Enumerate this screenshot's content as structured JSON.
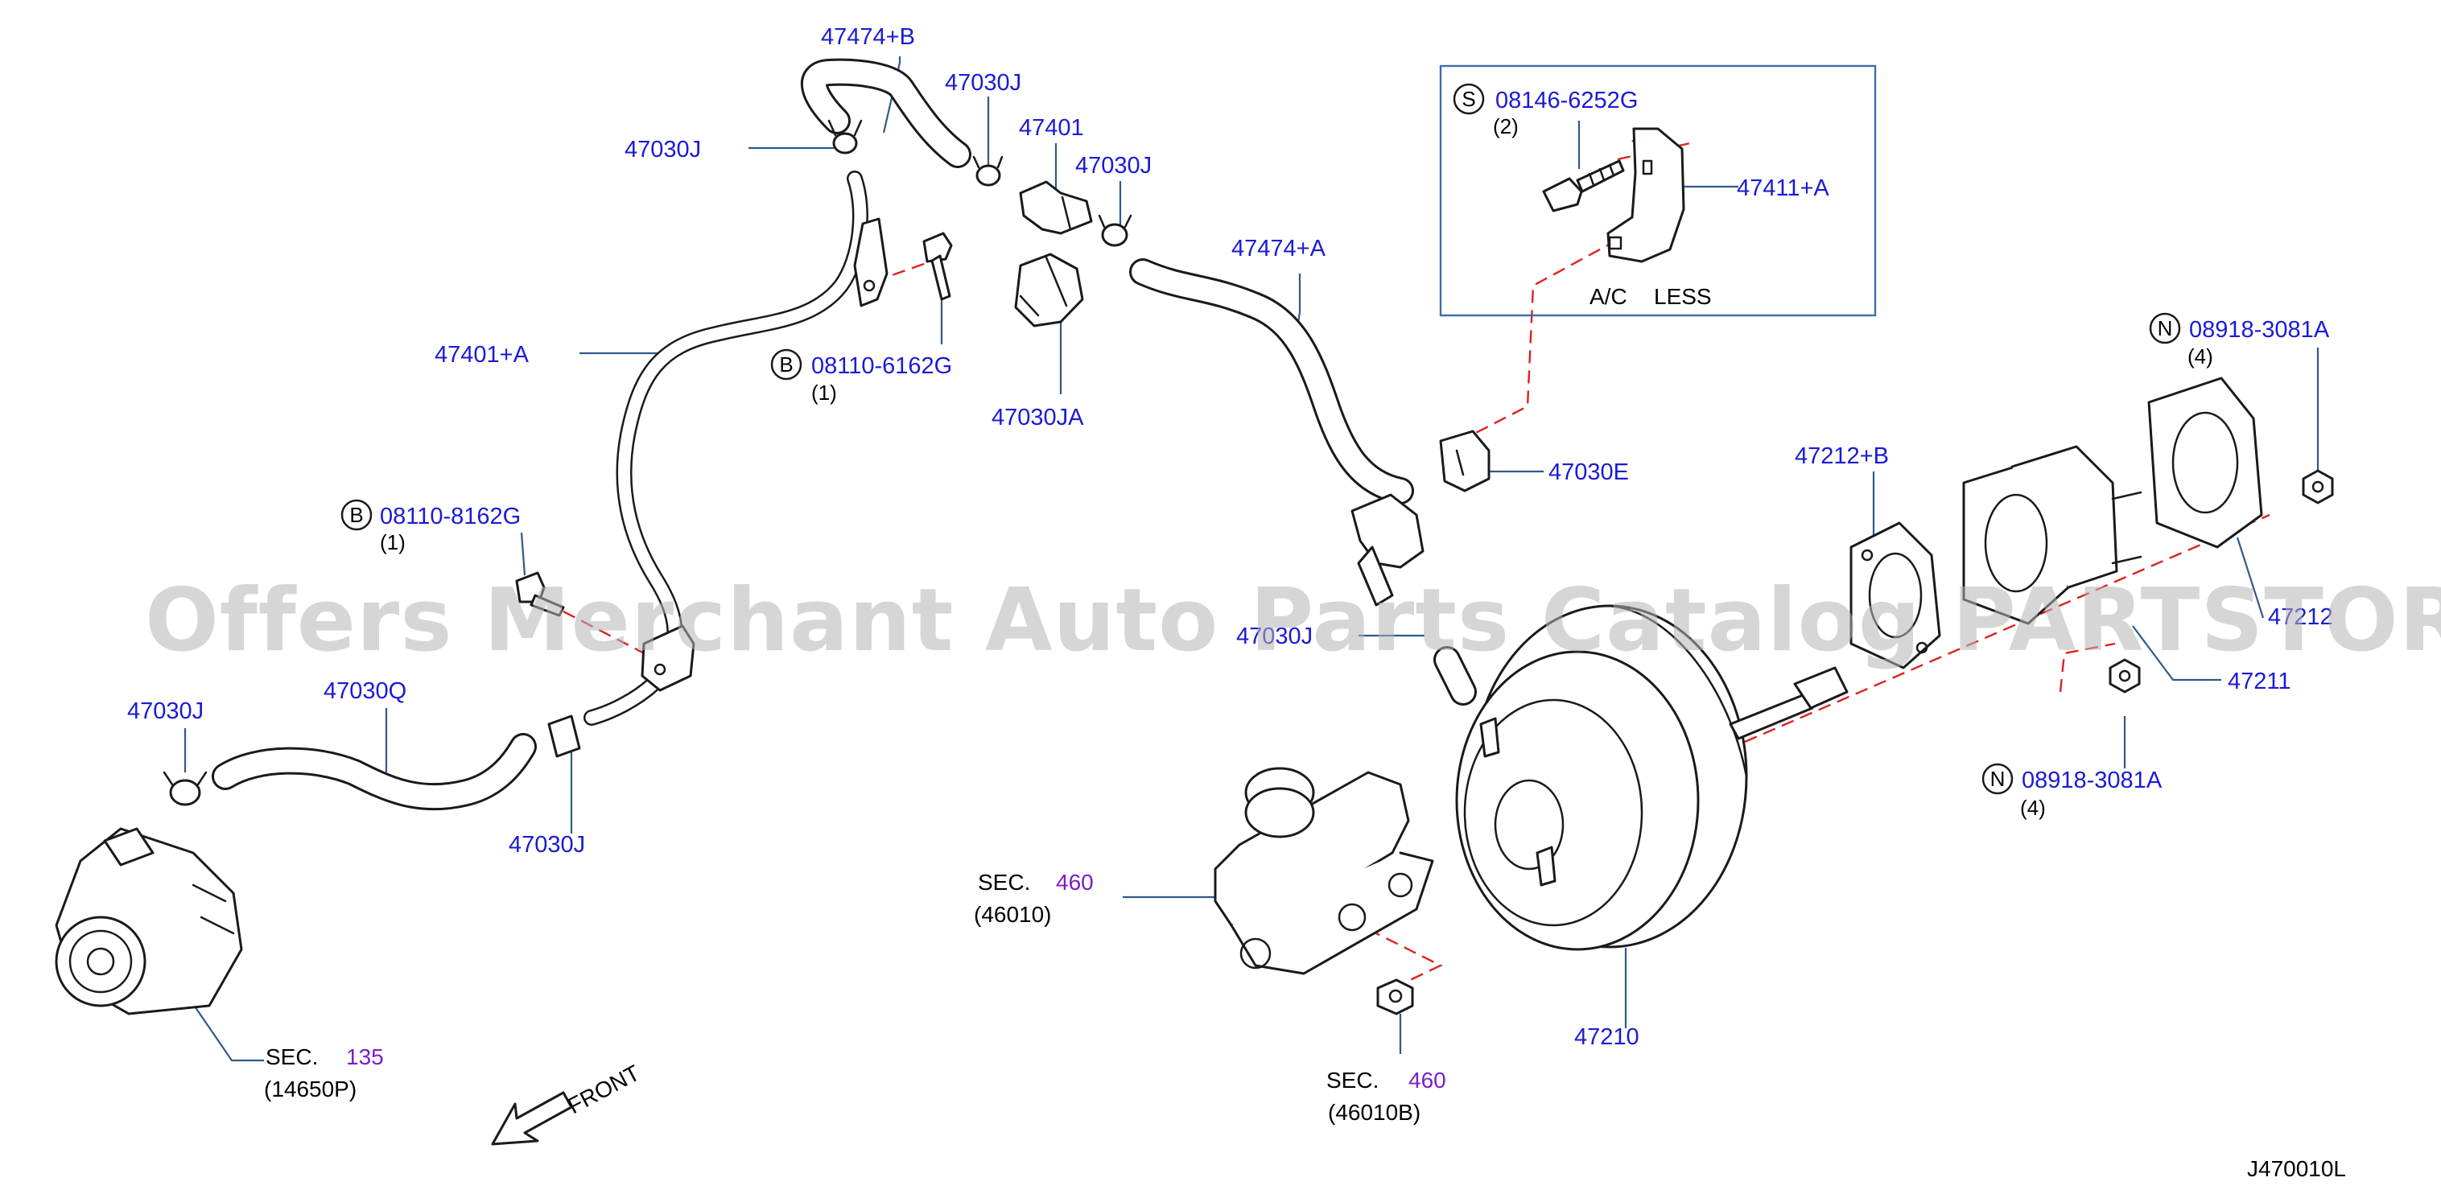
{
  "colors": {
    "part_number": "#1a1ad6",
    "section_ref": "#7a1fc7",
    "line_art": "#1a1a1a",
    "leader_line": "#2e5a8a",
    "hidden_line": "#e02020"
  },
  "watermark": "Offers Merchant Auto Parts Catalog PARTSTORE.SA",
  "diagram_code": "J470010L",
  "front_label": "FRONT",
  "ac_box": {
    "note_left": "A/C",
    "note_right": "LESS"
  },
  "callouts": {
    "p47474B": "47474+B",
    "p47030J_a": "47030J",
    "p47030J_b": "47030J",
    "p47401": "47401",
    "p47030J_c": "47030J",
    "p47474A": "47474+A",
    "p08146": "08146-6252G",
    "p47411A": "47411+A",
    "p47401A": "47401+A",
    "p08110_6162": "08110-6162G",
    "p47030JA": "47030JA",
    "p47030E": "47030E",
    "p08918_top": "08918-3081A",
    "p47212B": "47212+B",
    "p08110_8162": "08110-8162G",
    "p47030J_d": "47030J",
    "p47030Q": "47030Q",
    "p47030J_e": "47030J",
    "p47030J_f": "47030J",
    "p47212": "47212",
    "p47211": "47211",
    "p08918_bot": "08918-3081A",
    "p47210": "47210"
  },
  "quantities": {
    "q08146": "(2)",
    "q08110_6162": "(1)",
    "q08110_8162": "(1)",
    "q08918_top": "(4)",
    "q08918_bot": "(4)"
  },
  "circle_letters": {
    "c08146": "S",
    "c08110_6162": "B",
    "c08110_8162": "B",
    "c08918_top": "N",
    "c08918_bot": "N"
  },
  "sections": {
    "sec_prefix": "SEC.",
    "s460a_num": "460",
    "s460a_sub": "(46010)",
    "s135_num": "135",
    "s135_sub": "(14650P)",
    "s460b_num": "460",
    "s460b_sub": "(46010B)"
  }
}
